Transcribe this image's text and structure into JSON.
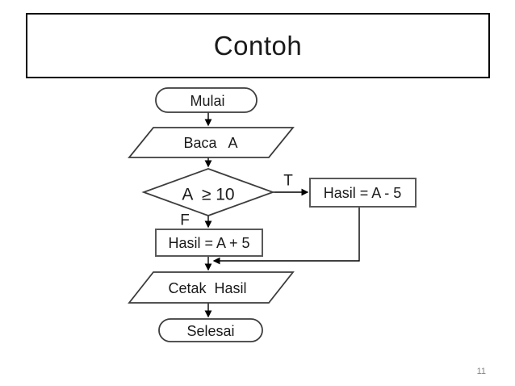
{
  "page": {
    "title": "Contoh",
    "page_number": "11",
    "colors": {
      "background": "#ffffff",
      "shape_fill": "#ffffff",
      "shape_stroke": "#3d3d3d",
      "connector": "#000000",
      "text": "#1a1a1a",
      "page_number": "#848484"
    }
  },
  "flowchart": {
    "start": {
      "type": "terminator",
      "label": "Mulai"
    },
    "read": {
      "type": "input-output",
      "label": "Baca   A"
    },
    "decision": {
      "type": "decision",
      "label": "A  ≥ 10"
    },
    "branch_true_label": "T",
    "branch_false_label": "F",
    "process_true": {
      "type": "process",
      "label": "Hasil = A - 5"
    },
    "process_false": {
      "type": "process",
      "label": "Hasil = A + 5"
    },
    "print": {
      "type": "input-output",
      "label": "Cetak  Hasil"
    },
    "end": {
      "type": "terminator",
      "label": "Selesai"
    }
  }
}
